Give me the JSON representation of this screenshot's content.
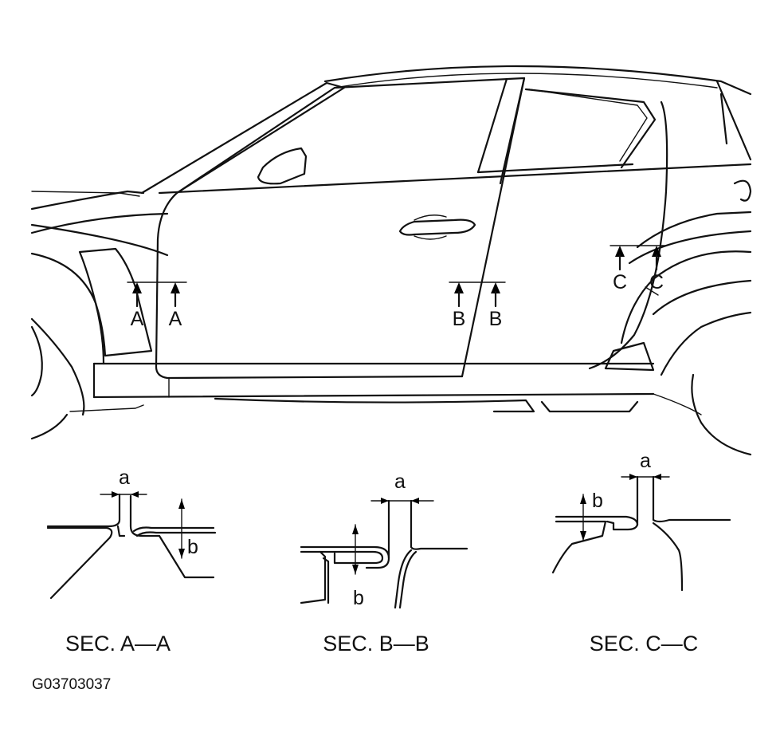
{
  "figure": {
    "code": "G03703037",
    "markers": {
      "a": "A",
      "b": "B",
      "c": "C"
    },
    "dimensions": {
      "gap": "a",
      "height": "b"
    },
    "sections": [
      {
        "id": "A",
        "title": "SEC. A—A"
      },
      {
        "id": "B",
        "title": "SEC. B—B"
      },
      {
        "id": "C",
        "title": "SEC. C—C"
      }
    ]
  }
}
